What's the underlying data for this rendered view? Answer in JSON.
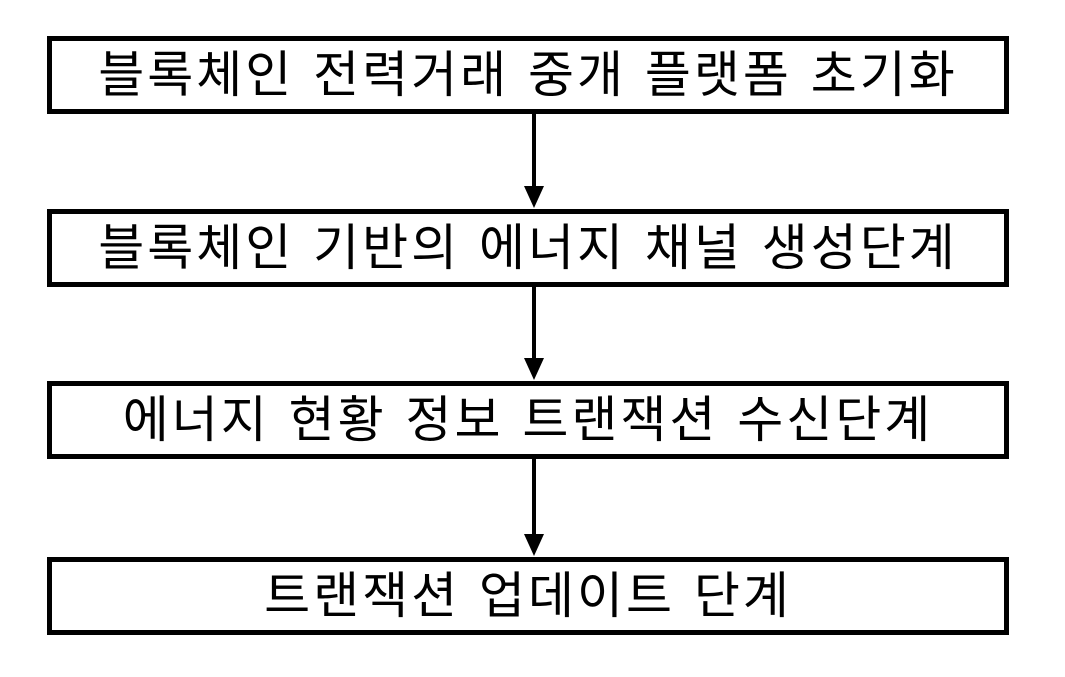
{
  "steps": [
    {
      "label": "블록체인 전력거래 중개 플랫폼 초기화"
    },
    {
      "label": "블록체인 기반의 에너지 채널 생성단계"
    },
    {
      "label": "에너지 현황 정보 트랜잭션 수신단계"
    },
    {
      "label": "트랜잭션 업데이트 단계"
    }
  ]
}
